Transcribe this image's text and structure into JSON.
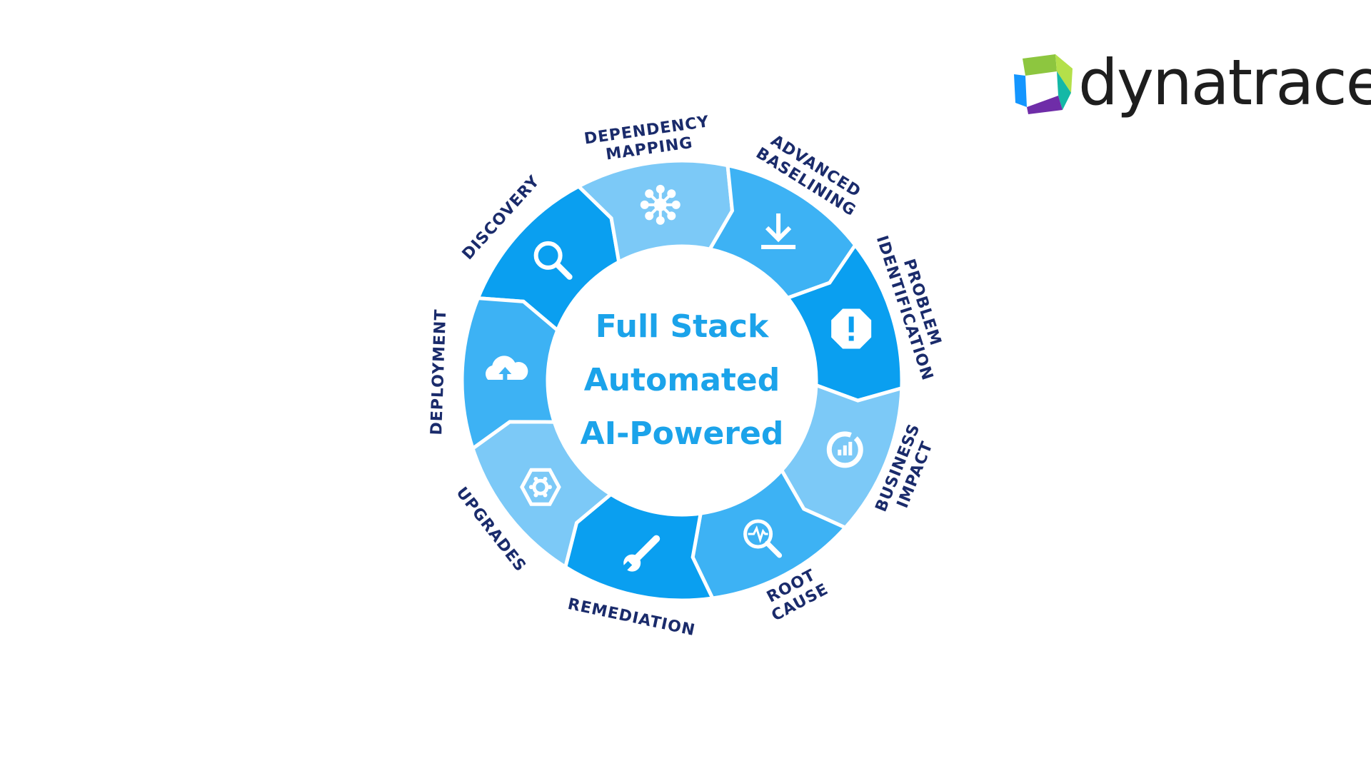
{
  "brand": {
    "name": "dynatrace",
    "colors": {
      "green": "#8dc63f",
      "blue": "#1496ff",
      "purple": "#6f2da8",
      "teal": "#14b8a6"
    }
  },
  "center": {
    "line1": "Full Stack",
    "line2": "Automated",
    "line3": "AI-Powered",
    "color": "#1ba3ea"
  },
  "stages": [
    {
      "label": "DISCOVERY",
      "icon": "magnifier-icon",
      "color": "#0a9ff0"
    },
    {
      "label": "DEPENDENCY MAPPING",
      "icon": "network-icon",
      "color": "#7cc9f7"
    },
    {
      "label": "ADVANCED BASELINING",
      "icon": "download-icon",
      "color": "#3db2f4"
    },
    {
      "label": "PROBLEM IDENTIFICATION",
      "icon": "alert-octagon-icon",
      "color": "#0a9ff0"
    },
    {
      "label": "BUSINESS IMPACT",
      "icon": "donut-chart-icon",
      "color": "#7cc9f7"
    },
    {
      "label": "ROOT CAUSE",
      "icon": "pulse-search-icon",
      "color": "#3db2f4"
    },
    {
      "label": "REMEDIATION",
      "icon": "wrench-icon",
      "color": "#0a9ff0"
    },
    {
      "label": "UPGRADES",
      "icon": "gear-icon",
      "color": "#7cc9f7"
    },
    {
      "label": "DEPLOYMENT",
      "icon": "cloud-upload-icon",
      "color": "#3db2f4"
    }
  ],
  "label_color": "#1a2b6b"
}
